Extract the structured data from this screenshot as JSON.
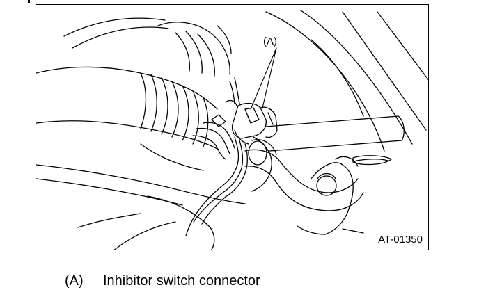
{
  "figure": {
    "callout_label": "(A)",
    "figure_code": "AT-01350"
  },
  "caption": {
    "key": "(A)",
    "text": "Inhibitor switch connector"
  },
  "colors": {
    "line": "#000000",
    "background": "#ffffff"
  }
}
